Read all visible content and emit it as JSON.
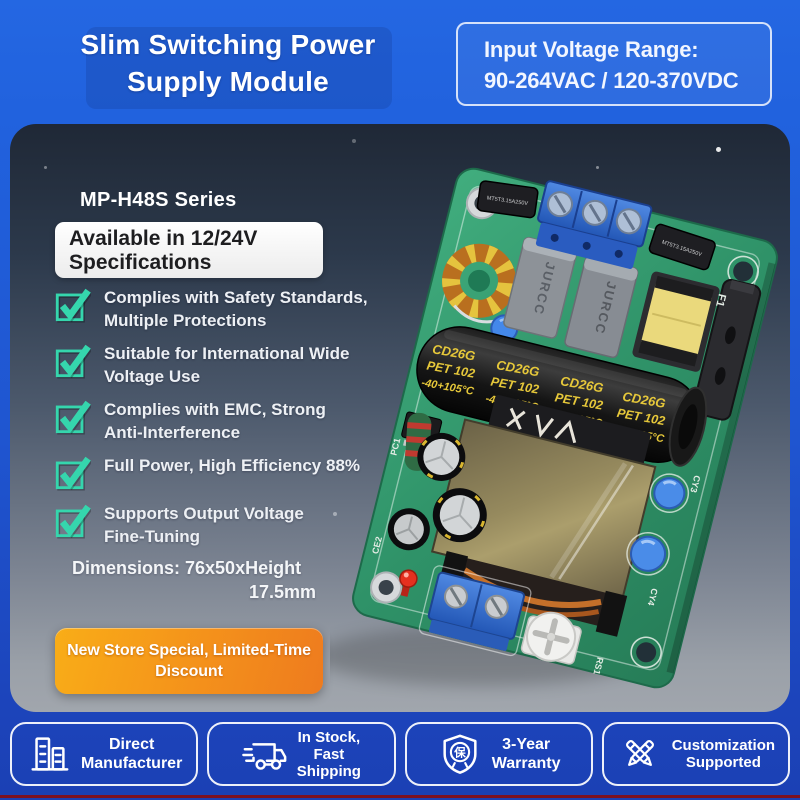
{
  "header": {
    "title_line1": "Slim Switching Power",
    "title_line2": "Supply Module",
    "voltage_box": {
      "line1": "Input Voltage Range:",
      "line2": "90-264VAC / 120-370VDC"
    }
  },
  "panel": {
    "series_label": "MP-H48S Series",
    "spec_box": {
      "line1": "Available in 12/24V",
      "line2": "Specifications"
    },
    "features": [
      {
        "line1": "Complies with Safety Standards,",
        "line2": "Multiple Protections"
      },
      {
        "line1": "Suitable for International Wide",
        "line2": "Voltage Use"
      },
      {
        "line1": "Complies with EMC, Strong",
        "line2": "Anti-Interference"
      },
      {
        "line1": "Full Power, High Efficiency 88%",
        "line2": ""
      },
      {
        "line1": "Supports Output Voltage",
        "line2": "Fine-Tuning"
      }
    ],
    "dimensions": {
      "line1": "Dimensions: 76x50xHeight",
      "line2": "17.5mm"
    },
    "promo_button": {
      "line1": "New Store Special, Limited-Time",
      "line2": "Discount"
    }
  },
  "pcb": {
    "capacitor_text": {
      "line1": "CD26G",
      "line2": "PET 102",
      "line3": "-40+105°C"
    },
    "film_cap_brand": "JURCC",
    "fuse_text": "MT5T3.15A250V",
    "silkscreen": {
      "f1": "F1",
      "cy3": "CY3",
      "cy4": "CY4",
      "ce2": "CE2",
      "rs1": "RS1",
      "pc1": "PC1"
    }
  },
  "badges": [
    {
      "icon": "factory-building-icon",
      "line1": "Direct",
      "line2": "Manufacturer",
      "line3": ""
    },
    {
      "icon": "delivery-truck-icon",
      "line1": "In Stock,",
      "line2": "Fast",
      "line3": "Shipping"
    },
    {
      "icon": "warranty-shield-icon",
      "shield_char": "保",
      "line1": "3-Year",
      "line2": "Warranty",
      "line3": ""
    },
    {
      "icon": "customization-pencils-icon",
      "line1": "Customization",
      "line2": "Supported",
      "line3": ""
    }
  ],
  "colors": {
    "header_blue": "#2264e0",
    "footer_blue": "#1c41b6",
    "accent_teal": "#35d6ad",
    "promo_orange_start": "#f9ad17",
    "promo_orange_end": "#ee7b1e",
    "pcb_green": "#2e9066",
    "bottom_red_strip": "#7e1121"
  }
}
